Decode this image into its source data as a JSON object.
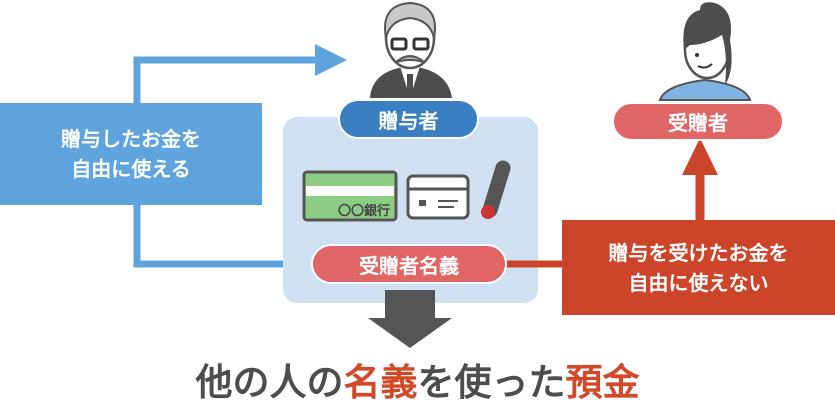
{
  "giver_box": {
    "line1": "贈与したお金を",
    "line2": "自由に使える"
  },
  "giver_label": "贈与者",
  "recipient_label": "受贈者",
  "account_name_label": "受贈者名義",
  "bankbook_text": "〇〇銀行",
  "recipient_box": {
    "line1": "贈与を受けたお金を",
    "line2": "自由に使えない"
  },
  "title": {
    "part1": "他の人の",
    "part2": "名義",
    "part3": "を使った",
    "part4": "預金"
  },
  "colors": {
    "blue": "#5fa4dd",
    "dark_blue": "#3b7fc3",
    "panel": "#cfe1f2",
    "pink": "#e06666",
    "red": "#cc4429",
    "gray": "#4d4d4d"
  }
}
